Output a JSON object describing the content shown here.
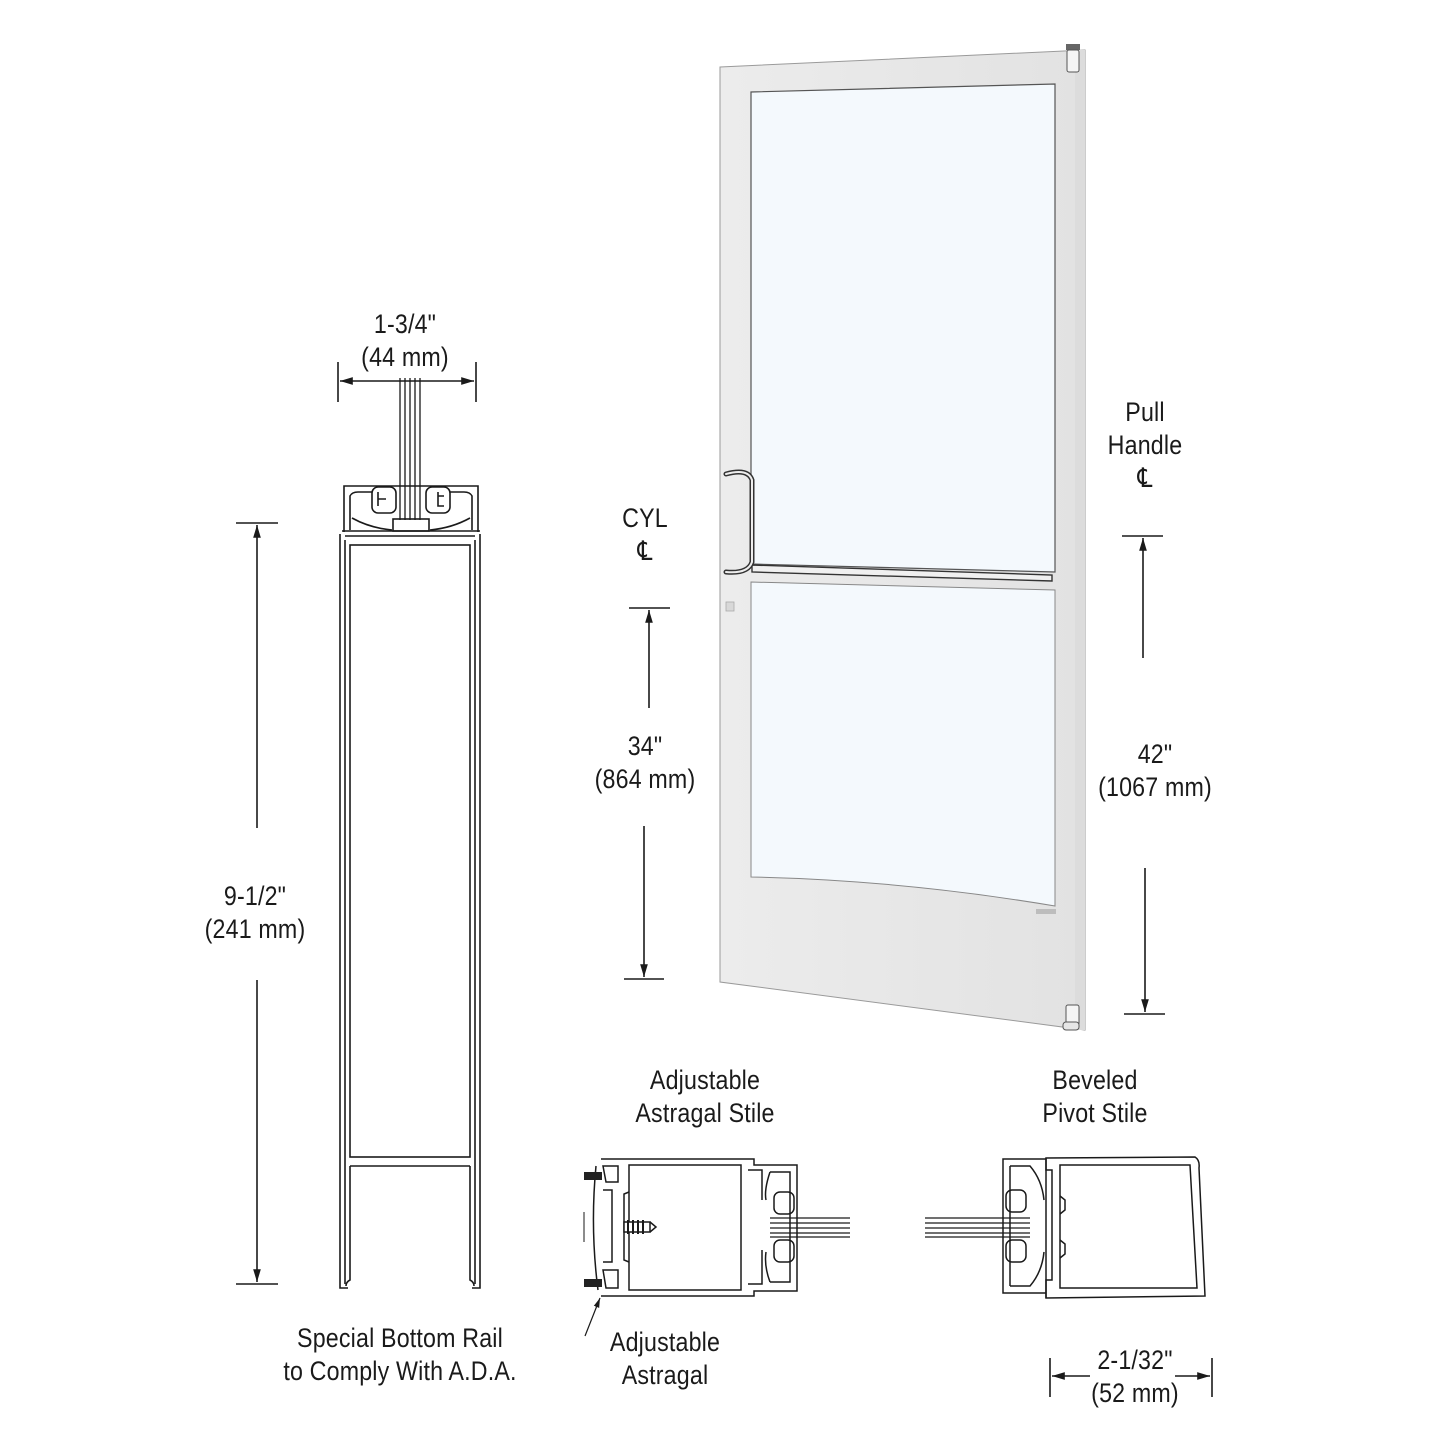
{
  "diagram": {
    "subject": "Aluminum door with adjustable astragal stile and beveled pivot stile",
    "colors": {
      "background": "#ffffff",
      "line": "#1a1a1a",
      "door_frame": "#e9e9e9",
      "door_frame_shadow": "#d6d6d6",
      "glass": "#f4f9fd"
    },
    "rail_section": {
      "width_dimension": {
        "imperial": "1-3/4\"",
        "metric": "(44 mm)"
      },
      "height_dimension": {
        "imperial": "9-1/2\"",
        "metric": "(241 mm)"
      },
      "caption": {
        "line1": "Special Bottom Rail",
        "line2": "to Comply With A.D.A."
      }
    },
    "door_elevation": {
      "cylinder": {
        "label": "CYL",
        "centerline_symbol": "℄",
        "height_imperial": "34\"",
        "height_metric": "(864 mm)"
      },
      "pull_handle": {
        "label_line1": "Pull",
        "label_line2": "Handle",
        "centerline_symbol": "℄",
        "height_imperial": "42\"",
        "height_metric": "(1067 mm)"
      }
    },
    "astragal_stile_section": {
      "title_line1": "Adjustable",
      "title_line2": "Astragal Stile",
      "callout_line1": "Adjustable",
      "callout_line2": "Astragal"
    },
    "pivot_stile_section": {
      "title_line1": "Beveled",
      "title_line2": "Pivot Stile",
      "width_dimension": {
        "imperial": "2-1/32\"",
        "metric": "(52 mm)"
      }
    }
  }
}
